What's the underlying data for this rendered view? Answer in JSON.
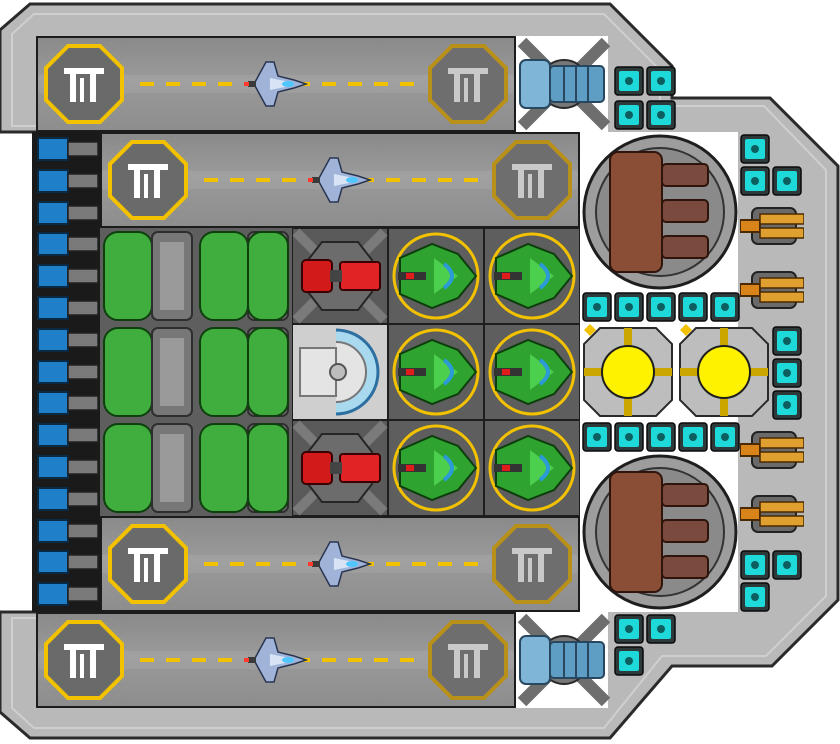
{
  "scene": {
    "hull_color": "#b9b9b9",
    "hull_outline": "#2a2a2a",
    "bay_color": "#8e8e8e",
    "accent_yellow": "#f2c200",
    "energy_cyan": "#1ed9d9",
    "reactor_yellow": "#fff200"
  },
  "hangar_bays": [
    {
      "name": "bay-top",
      "pad_glyph": "TI"
    },
    {
      "name": "bay-upper",
      "pad_glyph": "TI"
    },
    {
      "name": "bay-lower",
      "pad_glyph": "TI"
    },
    {
      "name": "bay-bottom",
      "pad_glyph": "TI"
    }
  ],
  "fighter_count": 4,
  "green_turret_count": 6,
  "red_cannon_count": 2,
  "reactor_count": 2,
  "large_turret_count": 2
}
